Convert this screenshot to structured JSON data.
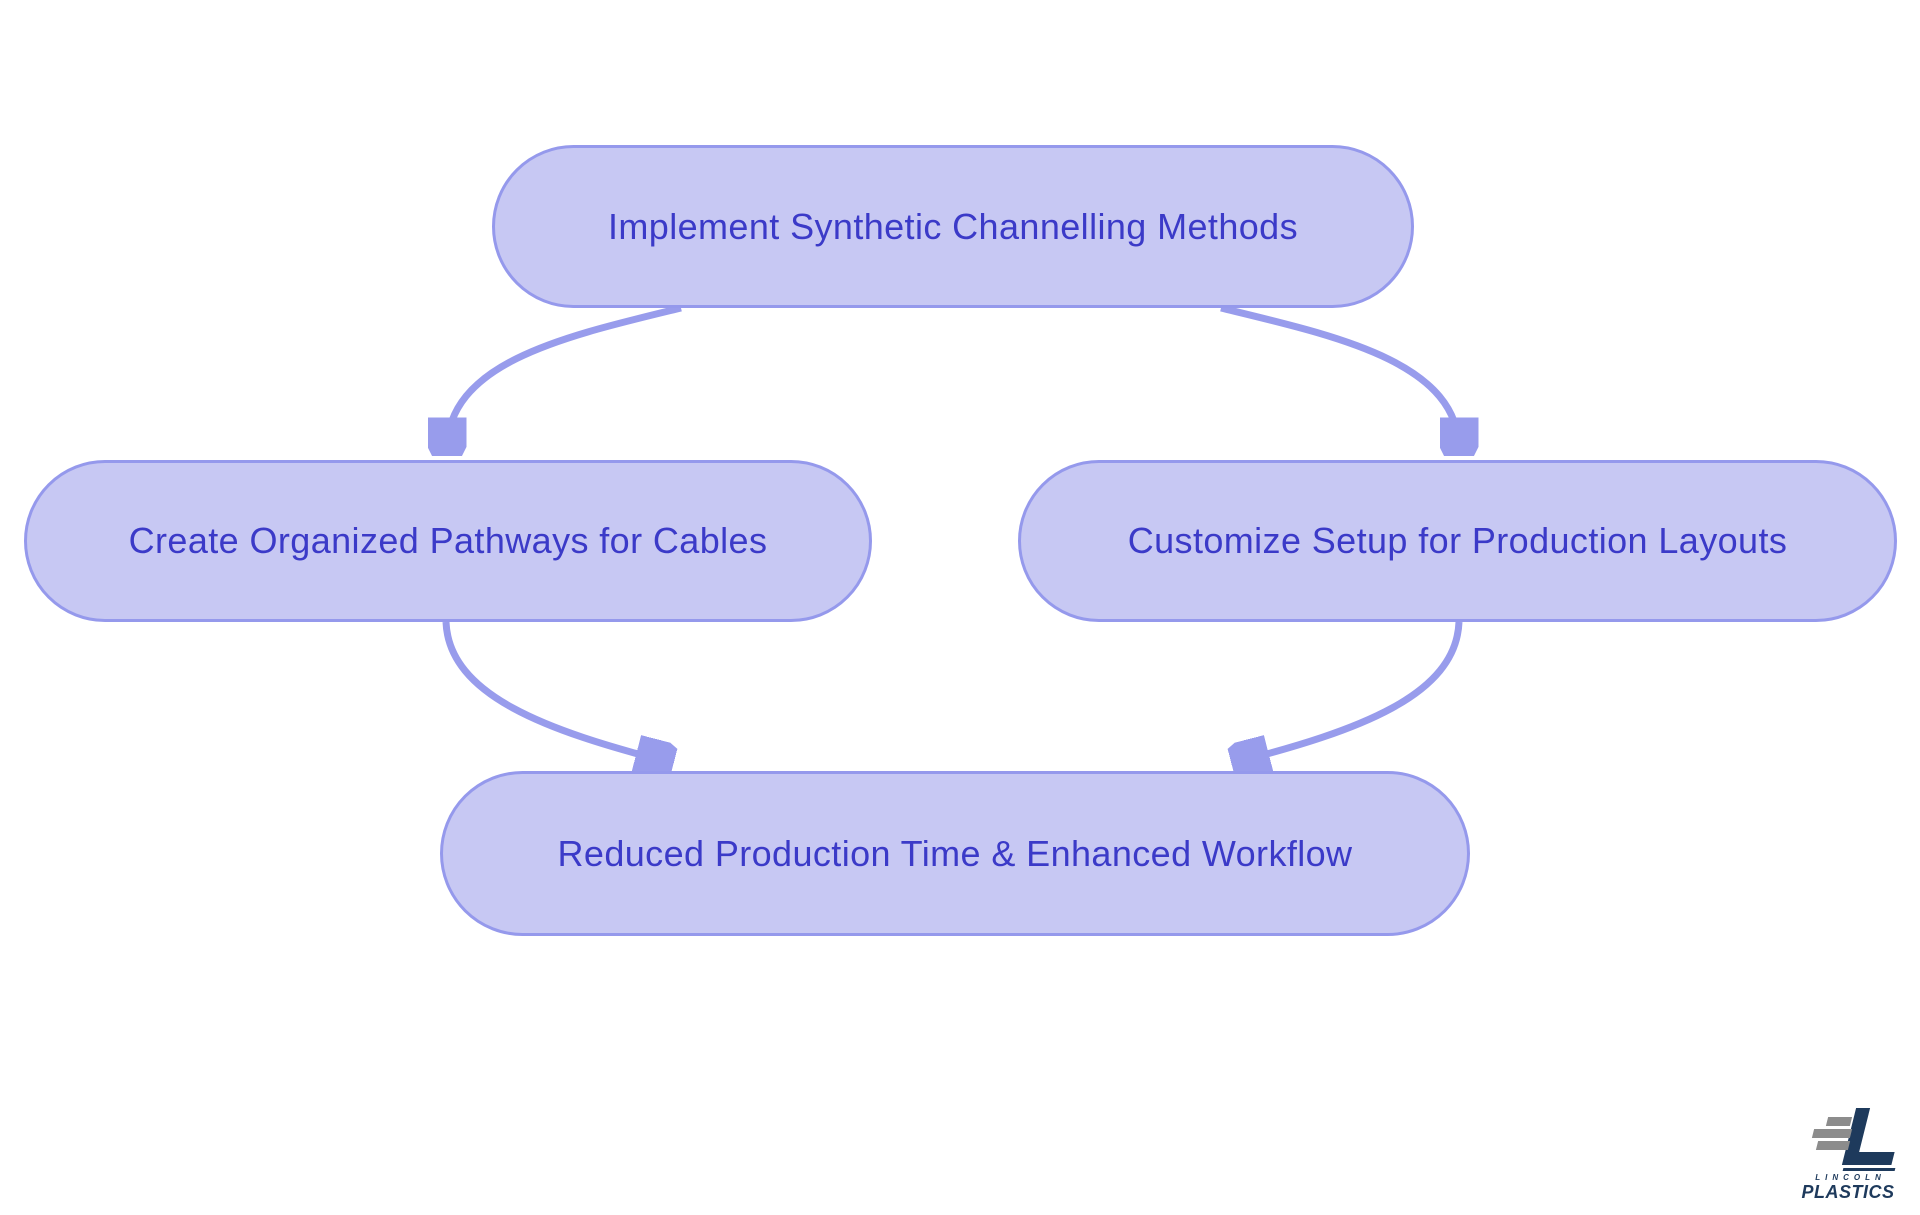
{
  "diagram": {
    "type": "flowchart",
    "direction": "top-down",
    "nodes": [
      {
        "id": "implement",
        "label": "Implement Synthetic Channelling Methods"
      },
      {
        "id": "pathways",
        "label": "Create Organized Pathways for Cables"
      },
      {
        "id": "customize",
        "label": "Customize Setup for Production Layouts"
      },
      {
        "id": "outcome",
        "label": "Reduced Production Time & Enhanced Workflow"
      }
    ],
    "edges": [
      {
        "from": "implement",
        "to": "pathways"
      },
      {
        "from": "implement",
        "to": "customize"
      },
      {
        "from": "pathways",
        "to": "outcome"
      },
      {
        "from": "customize",
        "to": "outcome"
      }
    ],
    "colors": {
      "node_fill": "#C7C8F3",
      "node_border": "#9599EC",
      "node_text": "#3B3AC8",
      "edge": "#989CEC",
      "background": "#FFFFFF"
    }
  },
  "logo": {
    "icon": "lincoln-l-mark",
    "brand_top": "LINCOLN",
    "brand_bottom": "PLASTICS",
    "navy": "#1E3A5C",
    "gray": "#8C8C8C"
  }
}
